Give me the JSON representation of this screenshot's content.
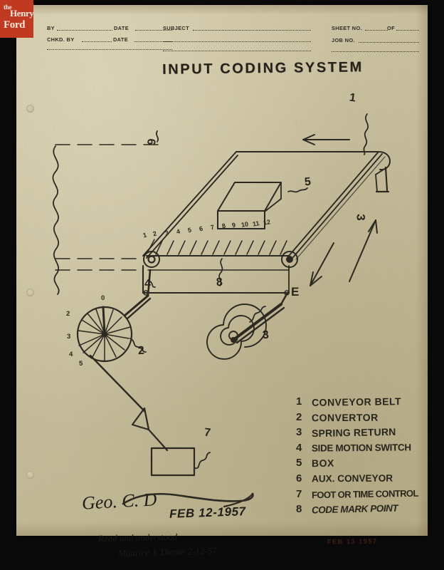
{
  "archive": {
    "logo_line1": "the",
    "logo_line2": "Henry",
    "logo_line3": "Ford"
  },
  "form": {
    "by_label": "BY",
    "date_label": "DATE",
    "chkd_by_label": "CHKD. BY",
    "chkd_date_label": "DATE",
    "subject_label": "SUBJECT",
    "sheet_no_label": "SHEET NO.",
    "of_label": "OF",
    "job_no_label": "JOB NO."
  },
  "drawing": {
    "title": "INPUT CODING SYSTEM",
    "scale_ticks": [
      "1",
      "2",
      "3",
      "4",
      "5",
      "6",
      "7",
      "8",
      "9",
      "10",
      "11",
      "12"
    ],
    "dial_numbers": [
      "0",
      "2",
      "3",
      "4",
      "5"
    ],
    "direction_label": "E",
    "callouts": [
      "1",
      "2",
      "3",
      "4",
      "5",
      "6",
      "7",
      "8"
    ]
  },
  "legend": {
    "items": [
      {
        "num": "1",
        "text": "CONVEYOR BELT"
      },
      {
        "num": "2",
        "text": "CONVERTOR"
      },
      {
        "num": "3",
        "text": "SPRING RETURN"
      },
      {
        "num": "4",
        "text": "SIDE MOTION SWITCH"
      },
      {
        "num": "5",
        "text": "BOX"
      },
      {
        "num": "6",
        "text": "AUX. CONVEYOR"
      },
      {
        "num": "7",
        "text": "FOOT OR TIME CONTROL"
      },
      {
        "num": "8",
        "text": "CODE MARK POINT"
      }
    ]
  },
  "approval": {
    "signature": "Geo. C. D",
    "signature_date": "FEB 12-1957",
    "note_line1": "Read and understood",
    "note_line2": "Maurice J. Dunne  2-12-57",
    "stamp": "FEB 13 1957"
  },
  "colors": {
    "paper": "#c8bf9f",
    "ink": "#2a2720",
    "logo_red": "#c03a22",
    "stamp_red": "#96422f"
  }
}
